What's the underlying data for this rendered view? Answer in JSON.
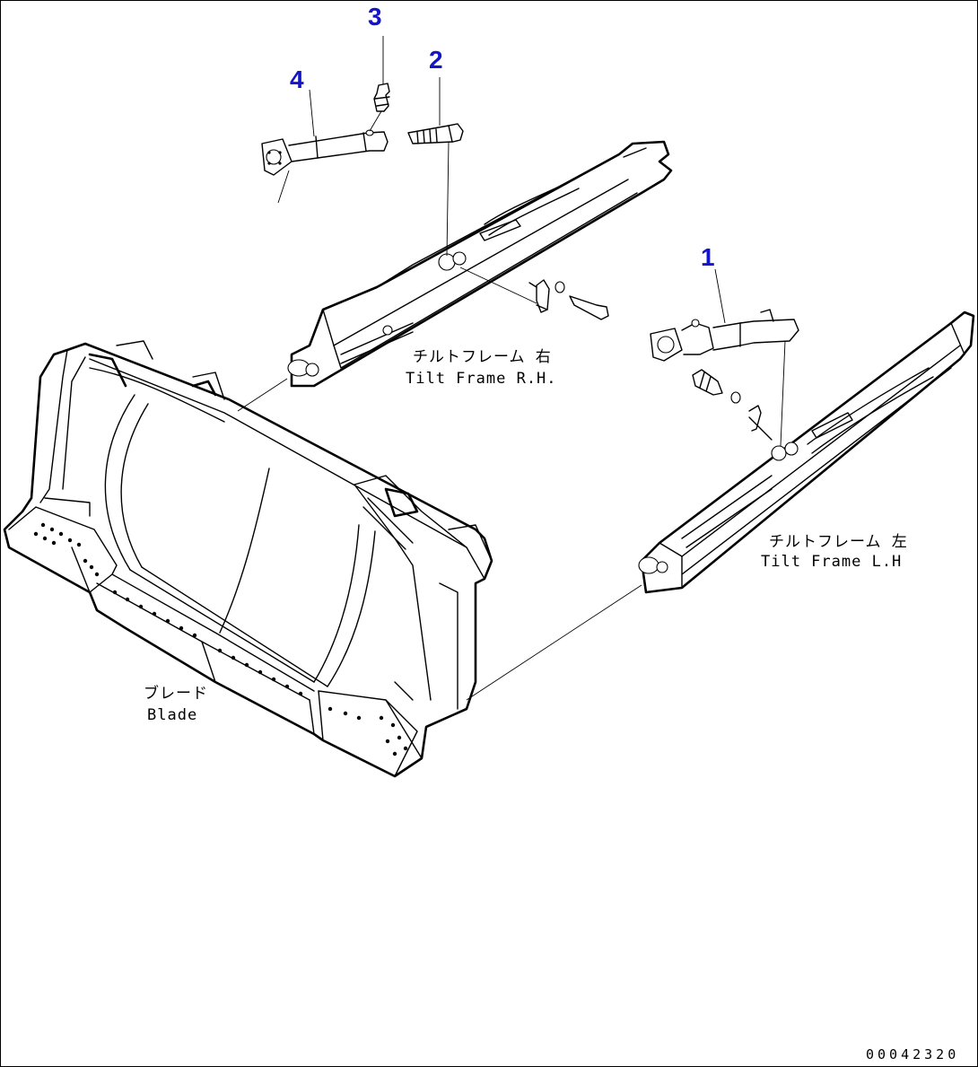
{
  "callouts": [
    "1",
    "2",
    "3",
    "4"
  ],
  "labels": {
    "tilt_frame_rh_jp": "チルトフレーム 右",
    "tilt_frame_rh_en": "Tilt Frame R.H.",
    "tilt_frame_lh_jp": "チルトフレーム 左",
    "tilt_frame_lh_en": "Tilt Frame L.H",
    "blade_jp": "ブレード",
    "blade_en": "Blade"
  },
  "document_number": "00042320",
  "colors": {
    "callout": "#1414c8",
    "line": "#000000",
    "background": "#ffffff"
  }
}
